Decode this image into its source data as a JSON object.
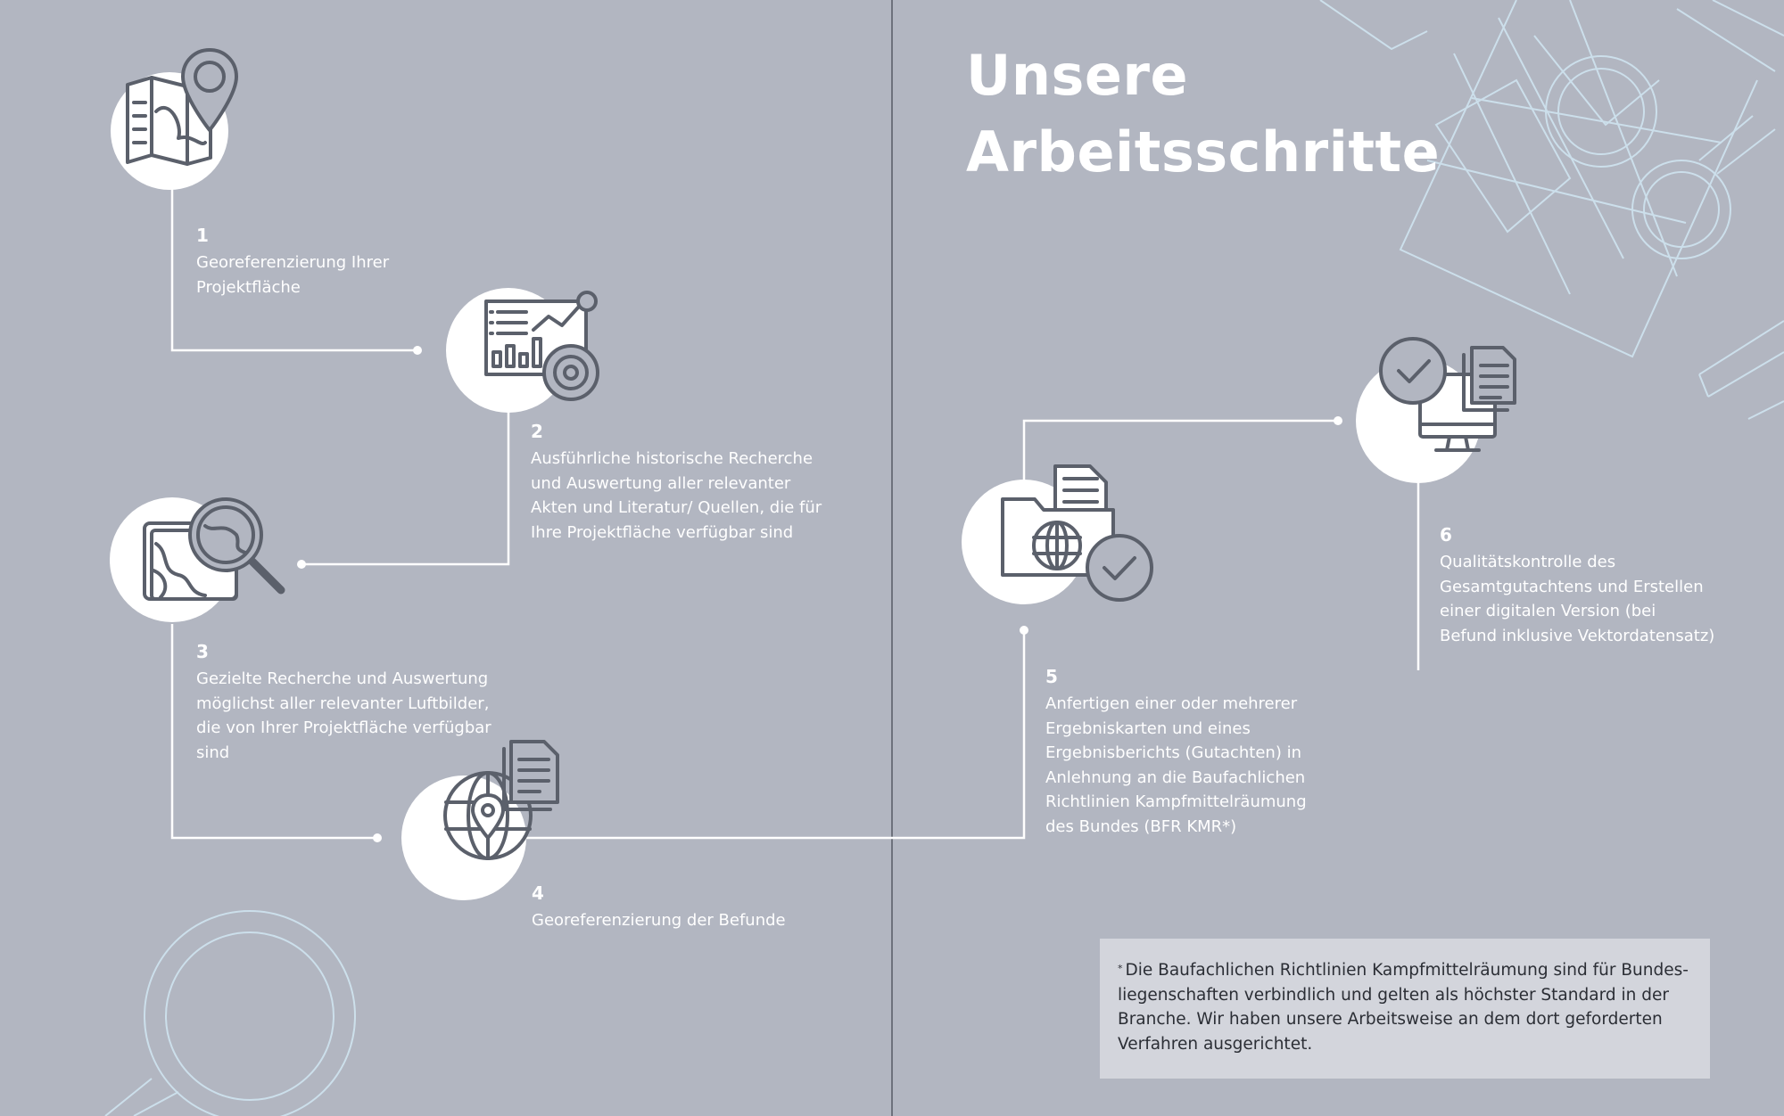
{
  "title_line1": "Unsere",
  "title_line2": "Arbeitsschritte",
  "steps": [
    {
      "number": "1",
      "text": "Georeferenzierung Ihrer Projektfläche",
      "icon": "map-pin-icon"
    },
    {
      "number": "2",
      "text": "Ausführliche historische Recherche und Auswertung  aller relevanter Akten und Literatur/ Quellen, die für Ihre Projektfläche verfügbar sind",
      "icon": "data-chart-icon"
    },
    {
      "number": "3",
      "text": "Gezielte Recherche und Auswertung möglichst aller relevanter Luftbilder, die von Ihrer Projektfläche verfügbar sind",
      "icon": "magnifier-map-icon"
    },
    {
      "number": "4",
      "text": "Georeferenzierung der Befunde",
      "icon": "globe-document-icon"
    },
    {
      "number": "5",
      "text": "Anfertigen einer oder mehrerer Ergebniskarten und eines Ergebnisberichts (Gutachten) in Anlehnung an die Baufachlichen Richtlinien Kampfmittelräumung des Bundes (BFR KMR*)",
      "icon": "folder-check-icon"
    },
    {
      "number": "6",
      "text": "Qualitätskontrolle des Gesamtgutachtens und Erstellen einer digitalen Version (bei Befund inklusive Vektordatensatz)",
      "icon": "monitor-check-icon"
    }
  ],
  "footnote_marker": "*",
  "footnote_text": "Die Baufachlichen Richtlinien Kampfmittelräumung sind für Bundes-liegenschaften verbindlich und gelten als höchster Standard in der Branche. Wir haben unsere Arbeitsweise an dem dort geforderten Verfahren ausgerichtet.",
  "colors": {
    "background": "#b2b6c1",
    "line": "#ffffff",
    "icon": "#5b606b",
    "footnote_bg": "#d3d5dc",
    "decor": "#cfe4f0"
  }
}
